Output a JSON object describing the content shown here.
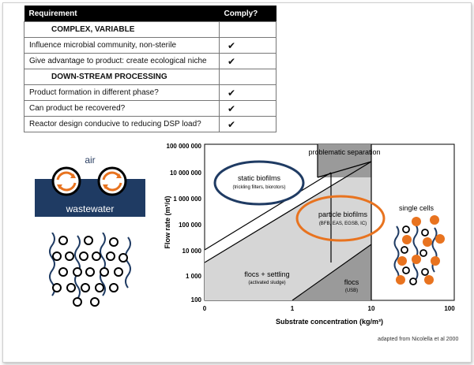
{
  "table": {
    "header": {
      "requirement": "Requirement",
      "comply": "Comply?"
    },
    "rows": [
      {
        "label": "COMPLEX, VARIABLE",
        "comply": "",
        "section": true
      },
      {
        "label": "Influence microbial community, non-sterile",
        "comply": "✔",
        "section": false
      },
      {
        "label": "Give advantage to product: create ecological niche",
        "comply": "✔",
        "section": false
      },
      {
        "label": "DOWN-STREAM PROCESSING",
        "comply": "",
        "section": true
      },
      {
        "label": "Product formation in different phase?",
        "comply": "✔",
        "section": false
      },
      {
        "label": "Can product be recovered?",
        "comply": "✔",
        "section": false
      },
      {
        "label": "Reactor design conducive to reducing DSP load?",
        "comply": "✔",
        "section": false
      }
    ]
  },
  "reactor": {
    "air": "air",
    "water": "wastewater"
  },
  "chart_data": {
    "type": "diagram",
    "xlabel": "Substrate concentration (kg/m³)",
    "ylabel": "Flow rate (m³/d)",
    "x_ticks": [
      "0",
      "1",
      "10",
      "100"
    ],
    "y_ticks": [
      "100 000 000",
      "10 000 000",
      "1 000 000",
      "100 000",
      "10 000",
      "1 000",
      "100"
    ],
    "regions": [
      {
        "name": "problematic separation"
      },
      {
        "name": "static biofilms",
        "sub": "(trickling filters, biorotors)"
      },
      {
        "name": "particle biofilms",
        "sub": "(BFB, EAS, EGSB, IC)"
      },
      {
        "name": "single cells"
      },
      {
        "name": "flocs + settling",
        "sub": "(activated sludge)"
      },
      {
        "name": "flocs",
        "sub": "(USB)"
      }
    ],
    "source": "adapted from Nicolella et al 2000"
  },
  "colors": {
    "orange": "#e8731f",
    "navy": "#1f3b63",
    "shade_light": "#d6d6d6",
    "shade_dark": "#9a9a9a"
  }
}
